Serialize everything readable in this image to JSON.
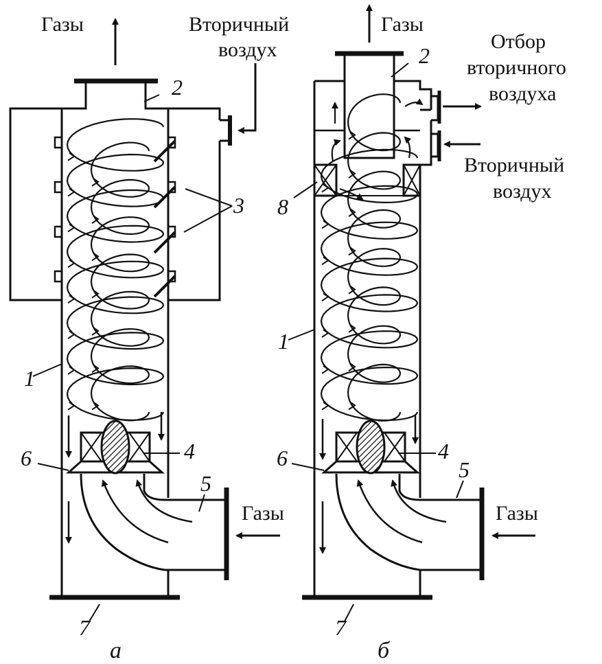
{
  "diagram": {
    "left": {
      "gases_out": "Газы",
      "secondary_air_line1": "Вторичный",
      "secondary_air_line2": "воздух",
      "gases_in": "Газы",
      "caption": "а",
      "parts": {
        "p1": "1",
        "p2": "2",
        "p3": "3",
        "p4": "4",
        "p5": "5",
        "p6": "6",
        "p7": "7"
      }
    },
    "right": {
      "gases_out": "Газы",
      "extraction_line1": "Отбор",
      "extraction_line2": "вторичного",
      "extraction_line3": "воздуха",
      "secondary_air_line1": "Вторичный",
      "secondary_air_line2": "воздух",
      "gases_in": "Газы",
      "caption": "б",
      "parts": {
        "p1": "1",
        "p2": "2",
        "p4": "4",
        "p5": "5",
        "p6": "6",
        "p7": "7",
        "p8": "8"
      }
    }
  }
}
